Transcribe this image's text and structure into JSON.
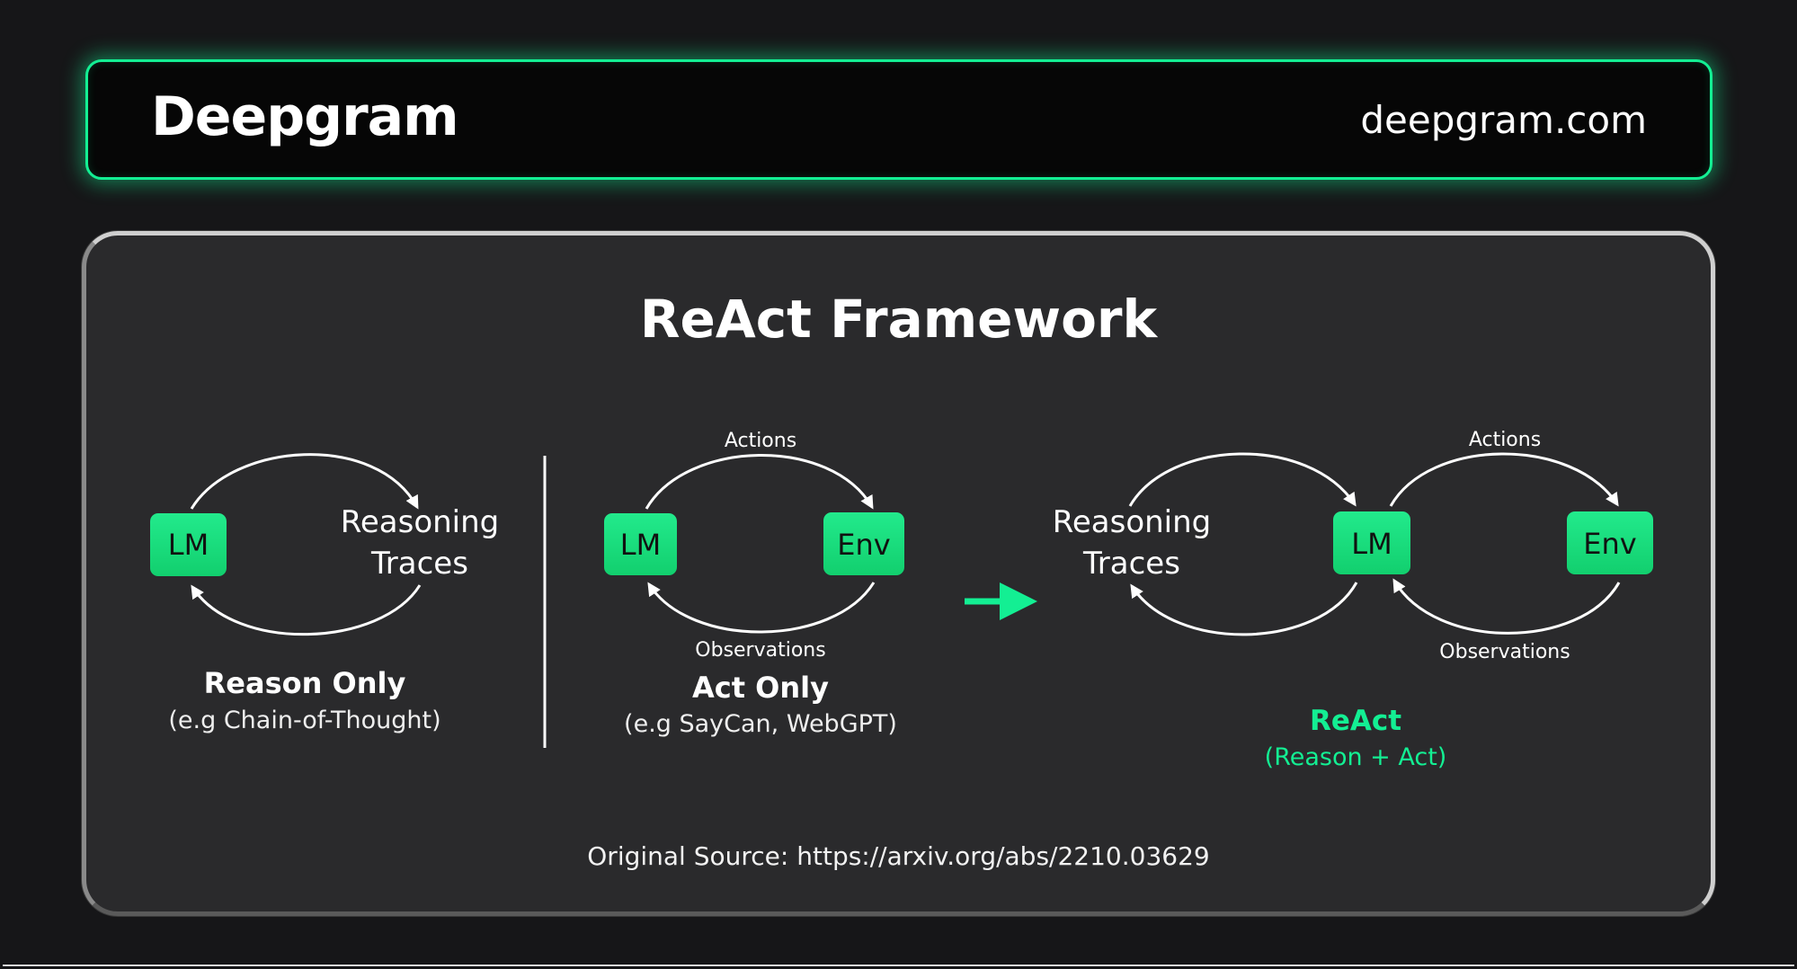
{
  "header": {
    "logo": "Deepgram",
    "site": "deepgram.com"
  },
  "title": "ReAct Framework",
  "nodes": {
    "lm": "LM",
    "env": "Env"
  },
  "reason_only": {
    "node_label_1": "Reasoning",
    "node_label_2": "Traces",
    "caption": "Reason Only",
    "subcaption": "(e.g Chain-of-Thought)"
  },
  "act_only": {
    "top_label": "Actions",
    "bottom_label": "Observations",
    "caption": "Act Only",
    "subcaption": "(e.g SayCan, WebGPT)"
  },
  "react": {
    "reasoning_1": "Reasoning",
    "reasoning_2": "Traces",
    "top_label": "Actions",
    "bottom_label": "Observations",
    "caption": "ReAct",
    "subcaption": "(Reason + Act)"
  },
  "source": "Original Source: https://arxiv.org/abs/2210.03629",
  "colors": {
    "accent": "#13ef93",
    "node_fill": "#19e07f",
    "background": "#161618",
    "card": "#2a2a2c"
  }
}
